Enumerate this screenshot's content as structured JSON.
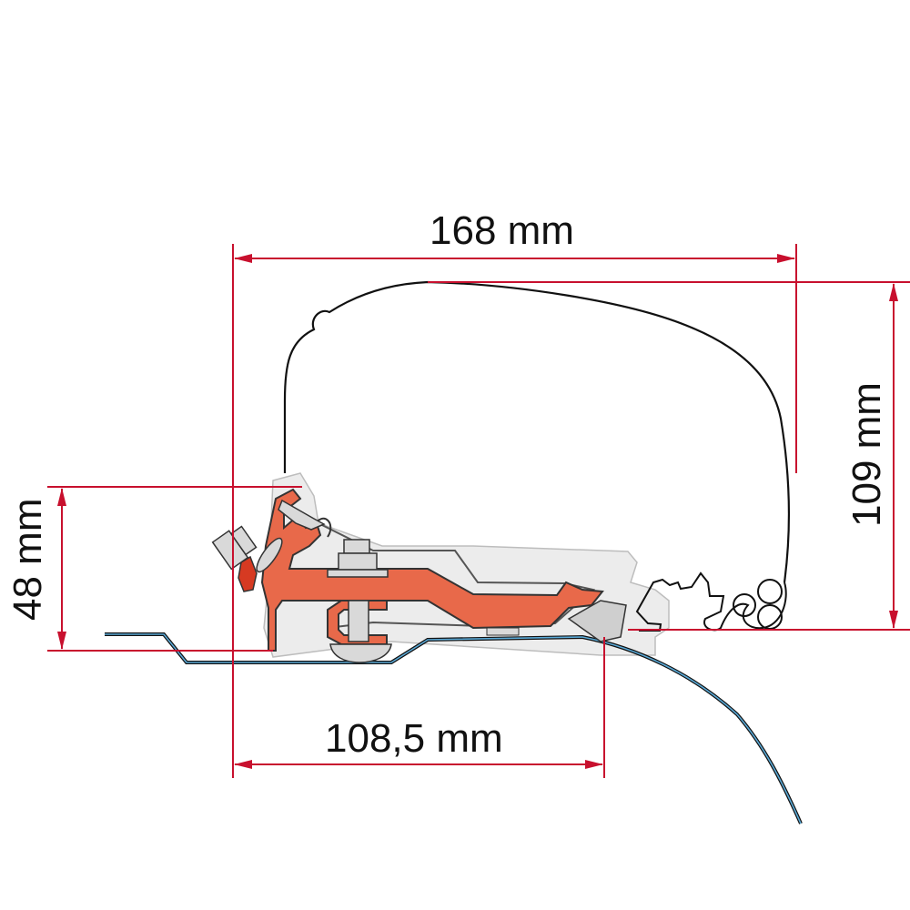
{
  "diagram": {
    "type": "technical-cross-section",
    "subject": "awning mounting bracket profile on vehicle roof",
    "colors": {
      "dimension_line": "#c8102e",
      "outline": "#111111",
      "bracket_fill": "#e8694a",
      "bracket_dark": "#d63a22",
      "part_fill": "#ececec",
      "hardware_fill": "#d9d9d9",
      "roof_line": "#5aa9d6"
    },
    "dimensions": {
      "width_total": {
        "label": "168 mm",
        "value": 168,
        "unit": "mm",
        "orientation": "horizontal"
      },
      "height_total": {
        "label": "109 mm",
        "value": 109,
        "unit": "mm",
        "orientation": "vertical"
      },
      "height_bracket": {
        "label": "48 mm",
        "value": 48,
        "unit": "mm",
        "orientation": "vertical"
      },
      "width_bracket": {
        "label": "108,5 mm",
        "value": 108.5,
        "unit": "mm",
        "orientation": "horizontal"
      }
    }
  }
}
